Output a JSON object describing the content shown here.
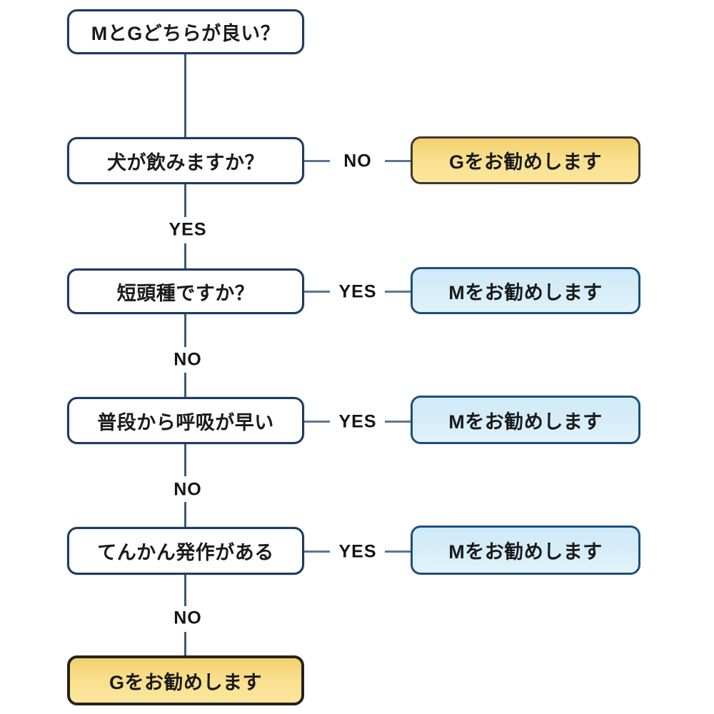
{
  "diagram": {
    "type": "flowchart",
    "language": "ja",
    "nodes": {
      "q1": {
        "label": "MとGどちらが良い？",
        "kind": "question"
      },
      "q2": {
        "label": "犬が飲みますか？",
        "kind": "question"
      },
      "q3": {
        "label": "短頭種ですか？",
        "kind": "question"
      },
      "q4": {
        "label": "普段から呼吸が早い",
        "kind": "question"
      },
      "q5": {
        "label": "てんかん発作がある",
        "kind": "question"
      },
      "r1": {
        "label": "Gをお勧めします",
        "kind": "result-g"
      },
      "r2": {
        "label": "Mをお勧めします",
        "kind": "result-m"
      },
      "r3": {
        "label": "Mをお勧めします",
        "kind": "result-m"
      },
      "r4": {
        "label": "Mをお勧めします",
        "kind": "result-m"
      },
      "r5": {
        "label": "Gをお勧めします",
        "kind": "result-g"
      }
    },
    "edges": {
      "q2_to_r1": {
        "label": "NO"
      },
      "q2_to_q3": {
        "label": "YES"
      },
      "q3_to_r2": {
        "label": "YES"
      },
      "q3_to_q4": {
        "label": "NO"
      },
      "q4_to_r3": {
        "label": "YES"
      },
      "q4_to_q5": {
        "label": "NO"
      },
      "q5_to_r4": {
        "label": "YES"
      },
      "q5_to_r5": {
        "label": "NO"
      }
    },
    "colors": {
      "question_border": "#203a5c",
      "question_fill": "#ffffff",
      "result_g_fill": "#f9df8c",
      "result_g_border": "#3e3a28",
      "result_m_fill": "#d8eef9",
      "result_m_border": "#1f4e79",
      "connector": "#3d5a78",
      "text": "#1a1a1a",
      "background": "#ffffff"
    }
  }
}
